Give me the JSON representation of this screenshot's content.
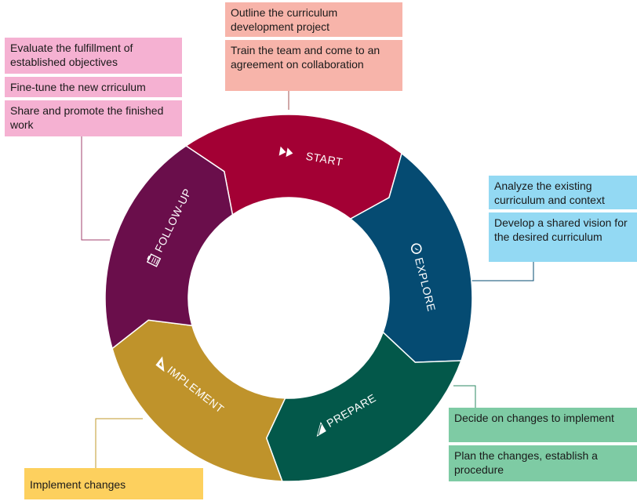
{
  "colors": {
    "start": "#a30034",
    "explore": "#054b72",
    "prepare": "#03584a",
    "implement": "#bf932b",
    "followup": "#6a0e4b",
    "pink_box": "#f5b1d2",
    "salmon_box": "#f7b4aa",
    "blue_box": "#93d9f3",
    "green_box": "#7ecba4",
    "yellow_box": "#fdd05e"
  },
  "phases": {
    "start": {
      "label": "START",
      "icon": "fast-forward-icon"
    },
    "explore": {
      "label": "EXPLORE",
      "icon": "compass-icon"
    },
    "prepare": {
      "label": "PREPARE",
      "icon": "ruler-pencil-icon"
    },
    "implement": {
      "label": "IMPLEMENT",
      "icon": "set-square-icon"
    },
    "followup": {
      "label": "FOLLOW-UP",
      "icon": "clipboard-icon"
    }
  },
  "tasks": {
    "followup": [
      "Evaluate the fulfillment of established objectives",
      "Fine-tune the new crriculum",
      "Share and promote the finished work"
    ],
    "start": [
      "Outline the curriculum development project",
      "Train the team and come to an agreement on collaboration"
    ],
    "explore": [
      "Analyze the existing curriculum and context",
      "Develop a shared vision for the desired curriculum"
    ],
    "prepare": [
      "Decide on changes to implement",
      "Plan the changes, establish a procedure"
    ],
    "implement": [
      "Implement changes"
    ]
  }
}
